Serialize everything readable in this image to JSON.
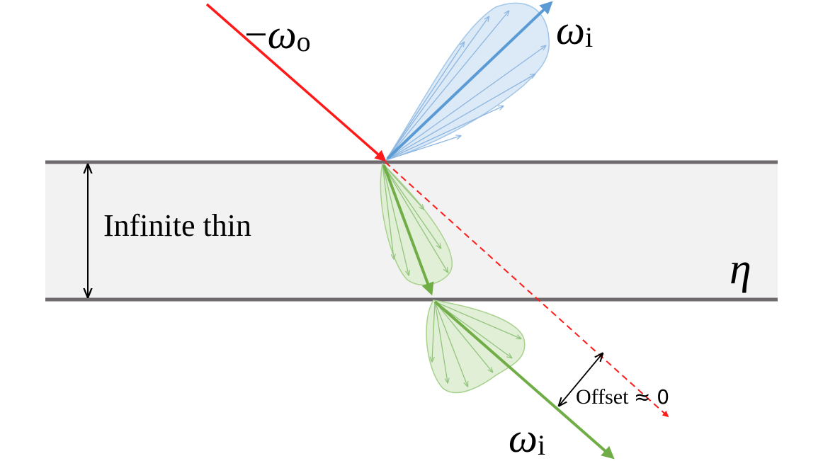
{
  "labels": {
    "incident_prefix": "−",
    "incident_symbol": "ω",
    "incident_sub": "o",
    "reflected_symbol": "ω",
    "reflected_sub": "i",
    "transmitted_symbol": "ω",
    "transmitted_sub": "i",
    "layer_label": "Infinite thin",
    "ior_symbol": "η",
    "offset_text": "Offset",
    "offset_approx": "≈ 0"
  },
  "colors": {
    "incident": "#ff1a1a",
    "reflected": "#5b9bd5",
    "reflected_lobe_fill": "#dbe8f6",
    "transmitted": "#70ad47",
    "transmitted_lobe_fill": "#e0efd6",
    "layer_fill": "#f2f2f2",
    "layer_border": "#6e6a6e",
    "annotation": "#000000"
  }
}
